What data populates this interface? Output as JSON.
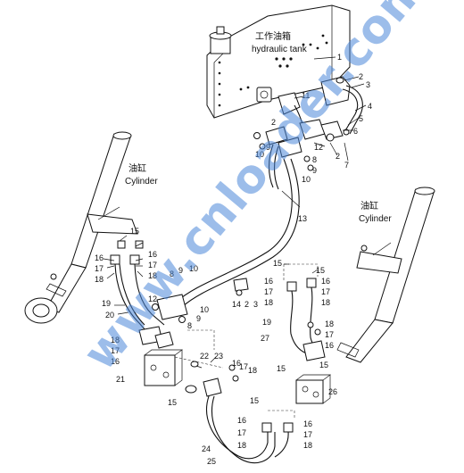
{
  "tank": {
    "label_cn": "工作油箱",
    "label_en": "hydraulic tank"
  },
  "cylinder_left": {
    "label_cn": "油缸",
    "label_en": "Cylinder"
  },
  "cylinder_right": {
    "label_cn": "油缸",
    "label_en": "Cylinder"
  },
  "watermark": "www.cnloader.com",
  "callouts": {
    "c1": "1",
    "c2": "2",
    "c3": "3",
    "c4": "4",
    "c5": "5",
    "c6": "6",
    "c7": "7",
    "c11": "11",
    "c12": "12",
    "c2b": "2",
    "c9a": "9",
    "c8a": "8",
    "c9b": "9",
    "c10a": "10",
    "c10b": "10",
    "c13": "13",
    "c2c": "2",
    "c15a": "15",
    "c16a": "16",
    "c17a": "17",
    "c18a": "18",
    "c16b": "16",
    "c17b": "17",
    "c18b": "18",
    "c19a": "19",
    "c20": "20",
    "c12b": "12",
    "c8b": "8",
    "c9c": "9",
    "c10c": "10",
    "c9d": "9",
    "c8c": "8",
    "c14": "14",
    "c2d": "2",
    "c3b": "3",
    "c15b": "15",
    "c15c": "15",
    "c16c": "16",
    "c17c": "17",
    "c18c": "18",
    "c16d": "16",
    "c17d": "17",
    "c18d": "18",
    "c19b": "19",
    "c27": "27",
    "c18e": "18",
    "c17e": "17",
    "c16e": "16",
    "c15d": "15",
    "c15e": "15",
    "c26": "26",
    "c18f": "18",
    "c17f": "17",
    "c16f": "16",
    "c21": "21",
    "c22": "22",
    "c23": "23",
    "c16g": "16",
    "c17g": "17",
    "c18g": "18",
    "c15f": "15",
    "c15g": "15",
    "c16h": "16",
    "c17h": "17",
    "c18h": "18",
    "c16i": "16",
    "c17i": "17",
    "c18i": "18",
    "c24": "24",
    "c25": "25"
  }
}
